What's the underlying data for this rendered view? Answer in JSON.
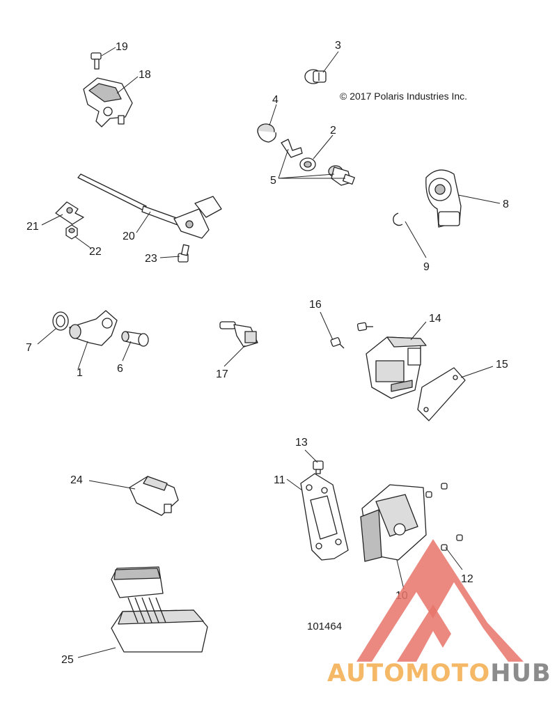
{
  "copyright": "© 2017 Polaris Industries Inc.",
  "drawing_number": "101464",
  "callouts": [
    "1",
    "2",
    "3",
    "4",
    "5",
    "6",
    "7",
    "8",
    "9",
    "10",
    "11",
    "12",
    "13",
    "14",
    "15",
    "16",
    "17",
    "18",
    "19",
    "20",
    "21",
    "22",
    "23",
    "24",
    "25"
  ],
  "watermark": {
    "part1": "AUTO",
    "part2": "MOTO",
    "part3": "HUB",
    "color_light": "#f5b866",
    "color_dark": "#8c8c8c",
    "logo_color": "#e8746b"
  }
}
